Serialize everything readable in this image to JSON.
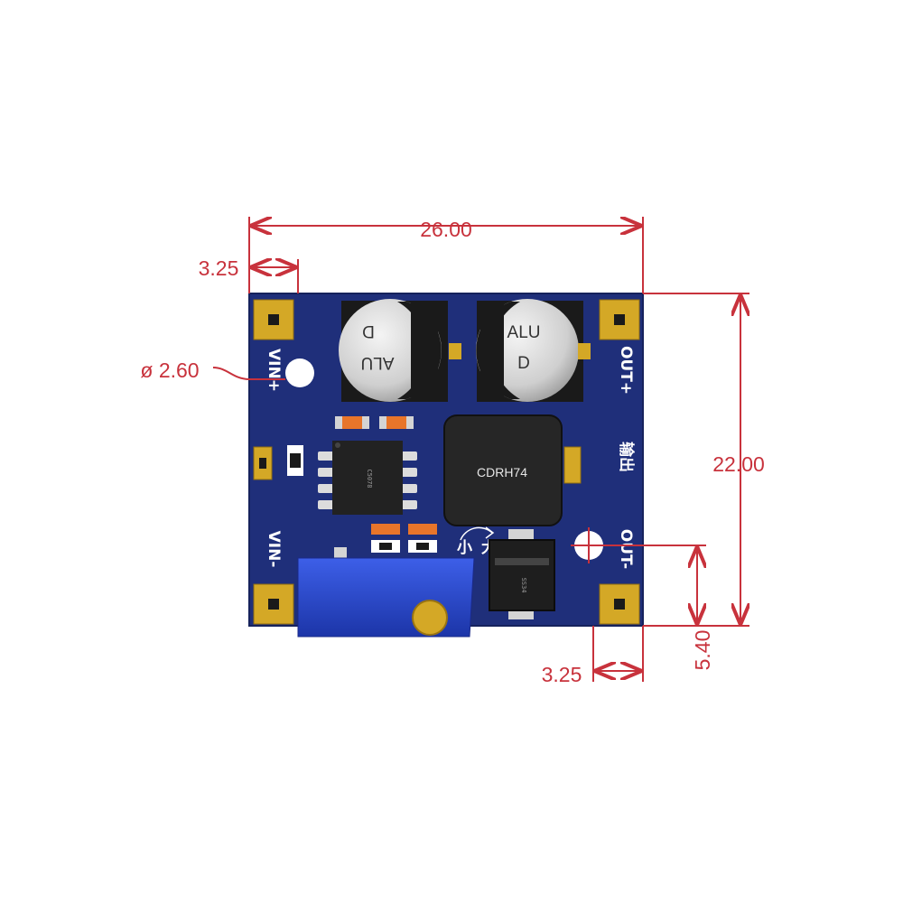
{
  "dimensions": {
    "width": "26.00",
    "height": "22.00",
    "hole_offset_x": "3.25",
    "hole_diameter": "ø 2.60",
    "out_hole_offset_x": "3.25",
    "out_hole_offset_y": "5.40"
  },
  "silkscreen": {
    "vin_plus": "VIN+",
    "vin_minus": "VIN-",
    "out_plus": "OUT+",
    "out_minus": "OUT-",
    "output_cn": "输出",
    "adjust_small": "小",
    "adjust_large": "大"
  },
  "components": {
    "cap_left_line1": "ALU",
    "cap_left_line2": "D",
    "cap_right_line1": "ALU",
    "cap_right_line2": "D",
    "inductor": "CDRH74",
    "ic_marking": "C5078",
    "diode_marking": "SS34"
  },
  "colors": {
    "board": "#1f2f7a",
    "dimension": "#c8323c",
    "pad": "#d4a826",
    "potentiometer": "#2a4bd0"
  }
}
